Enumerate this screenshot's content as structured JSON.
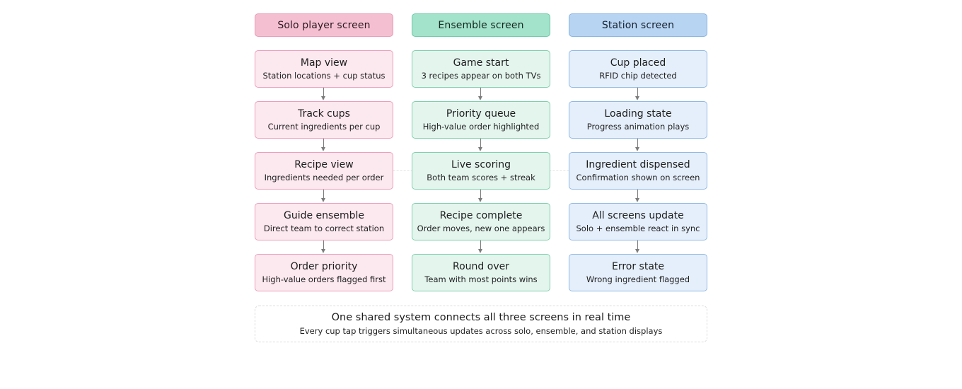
{
  "columns": [
    {
      "header": "Solo player screen",
      "steps": [
        {
          "title": "Map view",
          "subtitle": "Station locations + cup status"
        },
        {
          "title": "Track cups",
          "subtitle": "Current ingredients per cup"
        },
        {
          "title": "Recipe view",
          "subtitle": "Ingredients needed per order"
        },
        {
          "title": "Guide ensemble",
          "subtitle": "Direct team to correct station"
        },
        {
          "title": "Order priority",
          "subtitle": "High-value orders flagged first"
        }
      ]
    },
    {
      "header": "Ensemble screen",
      "steps": [
        {
          "title": "Game start",
          "subtitle": "3 recipes appear on both TVs"
        },
        {
          "title": "Priority queue",
          "subtitle": "High-value order highlighted"
        },
        {
          "title": "Live scoring",
          "subtitle": "Both team scores + streak"
        },
        {
          "title": "Recipe complete",
          "subtitle": "Order moves, new one appears"
        },
        {
          "title": "Round over",
          "subtitle": "Team with most points wins"
        }
      ]
    },
    {
      "header": "Station screen",
      "steps": [
        {
          "title": "Cup placed",
          "subtitle": "RFID chip detected"
        },
        {
          "title": "Loading state",
          "subtitle": "Progress animation plays"
        },
        {
          "title": "Ingredient dispensed",
          "subtitle": "Confirmation shown on screen"
        },
        {
          "title": "All screens update",
          "subtitle": "Solo + ensemble react in sync"
        },
        {
          "title": "Error state",
          "subtitle": "Wrong ingredient flagged"
        }
      ]
    }
  ],
  "footer": {
    "title": "One shared system connects all three screens in real time",
    "subtitle": "Every cup tap triggers simultaneous updates across solo, ensemble, and station displays"
  },
  "colors": {
    "solo_header": "#f5bfd2",
    "solo_box": "#fce8ef",
    "ensemble_header": "#a3e2cb",
    "ensemble_box": "#e4f5ee",
    "station_header": "#b7d4f3",
    "station_box": "#e5effb",
    "arrow": "#7c7c7c"
  }
}
